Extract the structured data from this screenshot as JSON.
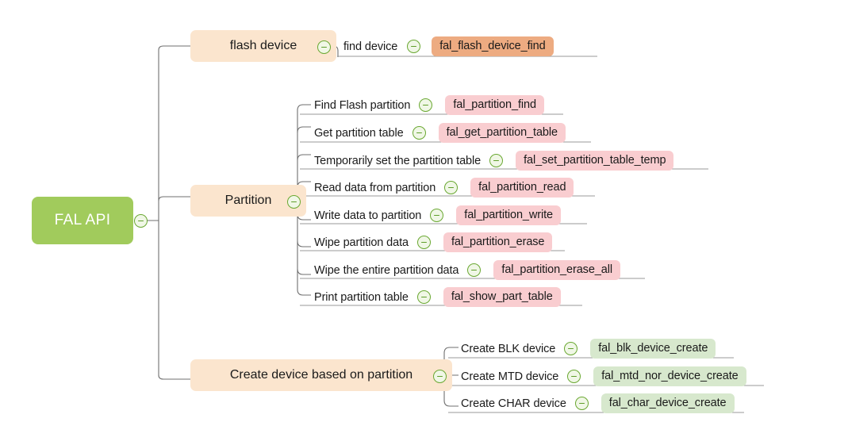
{
  "diagram": {
    "type": "mindmap",
    "root": {
      "label": "FAL API",
      "color": "#a1cb5c",
      "text_color": "#ffffff",
      "toggle": "collapse-icon"
    },
    "branch_color": "#fbe5ce",
    "badge_colors": {
      "orange": "#edab81",
      "pink": "#f9cdd0",
      "green": "#d7e8cd"
    },
    "branches": [
      {
        "label": "flash device",
        "toggle": "collapse-icon",
        "children": [
          {
            "label": "find device",
            "api": "fal_flash_device_find",
            "badge": "orange",
            "toggle": "collapse-icon"
          }
        ]
      },
      {
        "label": "Partition",
        "toggle": "collapse-icon",
        "children": [
          {
            "label": "Find Flash partition",
            "api": "fal_partition_find",
            "badge": "pink",
            "toggle": "collapse-icon"
          },
          {
            "label": "Get partition table",
            "api": "fal_get_partition_table",
            "badge": "pink",
            "toggle": "collapse-icon"
          },
          {
            "label": "Temporarily set the partition table",
            "api": "fal_set_partition_table_temp",
            "badge": "pink",
            "toggle": "collapse-icon"
          },
          {
            "label": "Read data from partition",
            "api": "fal_partition_read",
            "badge": "pink",
            "toggle": "collapse-icon"
          },
          {
            "label": "Write data to partition",
            "api": "fal_partition_write",
            "badge": "pink",
            "toggle": "collapse-icon"
          },
          {
            "label": "Wipe partition data",
            "api": "fal_partition_erase",
            "badge": "pink",
            "toggle": "collapse-icon"
          },
          {
            "label": "Wipe the entire partition data",
            "api": "fal_partition_erase_all",
            "badge": "pink",
            "toggle": "collapse-icon"
          },
          {
            "label": "Print partition table",
            "api": "fal_show_part_table",
            "badge": "pink",
            "toggle": "collapse-icon"
          }
        ]
      },
      {
        "label": "Create device based on partition",
        "toggle": "collapse-icon",
        "children": [
          {
            "label": "Create BLK device",
            "api": "fal_blk_device_create",
            "badge": "green",
            "toggle": "collapse-icon"
          },
          {
            "label": "Create MTD device",
            "api": "fal_mtd_nor_device_create",
            "badge": "green",
            "toggle": "collapse-icon"
          },
          {
            "label": "Create CHAR device",
            "api": "fal_char_device_create",
            "badge": "green",
            "toggle": "collapse-icon"
          }
        ]
      }
    ]
  }
}
